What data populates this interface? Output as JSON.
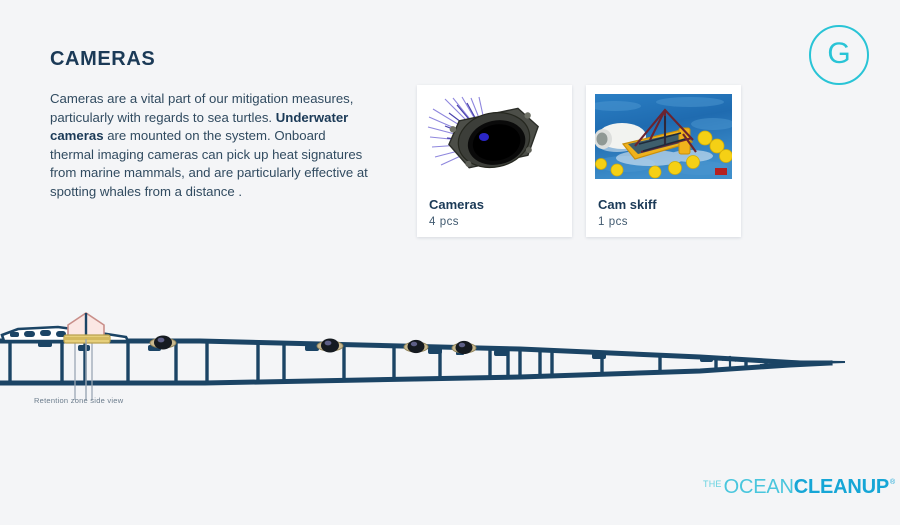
{
  "badge": {
    "letter": "G",
    "color": "#29c4d6",
    "icon": "circle-g-logo"
  },
  "header": {
    "title": "CAMERAS"
  },
  "body": {
    "paragraph_parts": [
      {
        "text": "Cameras are a vital part of our mitigation measures, particularly with regards to sea turtles. ",
        "bold": false
      },
      {
        "text": "Underwater cameras",
        "bold": true
      },
      {
        "text": " are mounted on the system. Onboard thermal imaging cameras can pick up heat signatures from marine mammals, and are particularly effective at spotting whales from a distance .",
        "bold": false
      }
    ],
    "full_text": "Cameras are a vital part of our mitigation measures, particularly with regards to sea turtles. Underwater cameras are mounted on the system. Onboard thermal imaging cameras can pick up heat signatures from marine mammals, and are particularly effective at spotting whales from a distance ."
  },
  "cards": [
    {
      "id": "cameras",
      "title": "Cameras",
      "quantity": "4",
      "unit": "pcs",
      "media": "underwater-camera-housing-render"
    },
    {
      "id": "cam-skiff",
      "title": "Cam skiff",
      "quantity": "1",
      "unit": "pcs",
      "media": "cam-skiff-photo-at-sea"
    }
  ],
  "diagram": {
    "caption": "Retention zone side view",
    "line_color": "#1b4465",
    "camera_marker_count": 4,
    "camera_marker_x": [
      163,
      330,
      416,
      464
    ]
  },
  "footer": {
    "logo": {
      "the": "THE",
      "ocean": "OCEAN",
      "cleanup": "CLEANUP",
      "registered": "®",
      "ocean_color": "#49c6dd",
      "cleanup_color": "#16a6d6"
    }
  }
}
